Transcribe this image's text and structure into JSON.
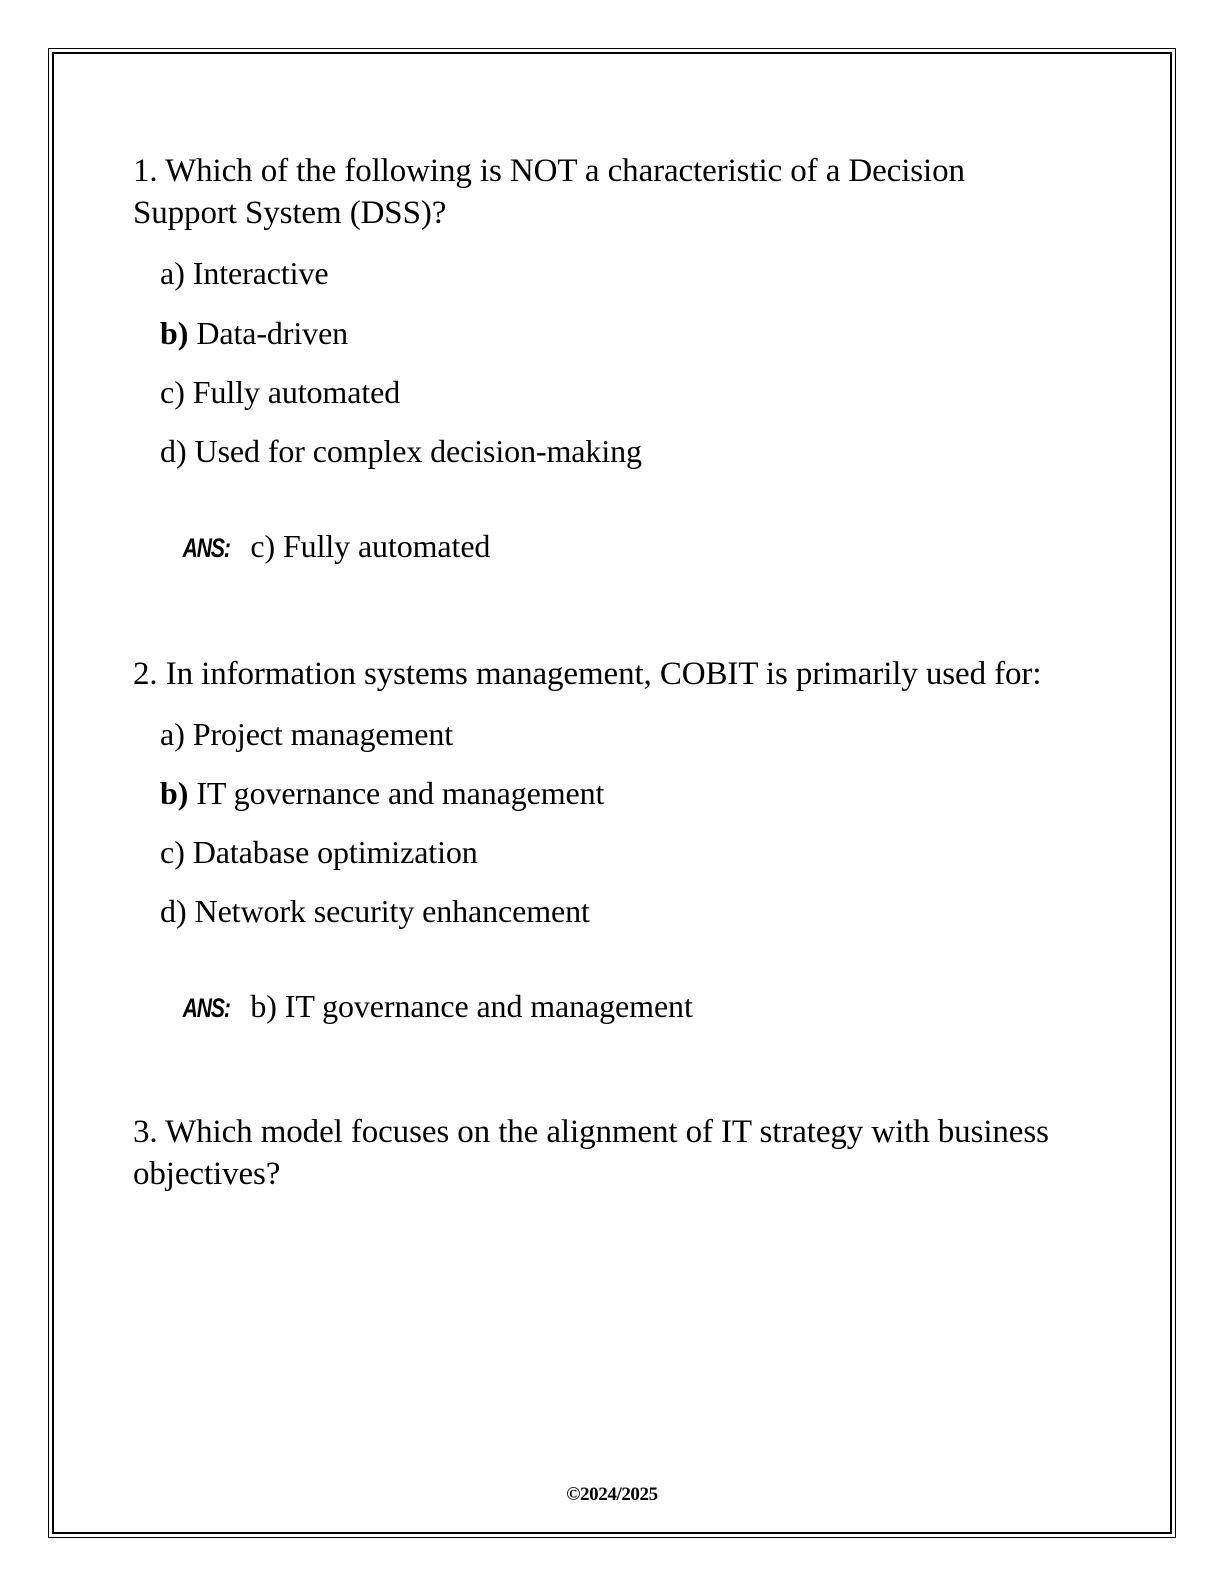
{
  "document": {
    "background_color": "#ffffff",
    "text_color": "#000000",
    "border_color": "#000000"
  },
  "items": [
    {
      "number": "1.",
      "question": "1. Which of the following is NOT a characteristic of a Decision Support System (DSS)?",
      "options": [
        {
          "tag": "a)",
          "text": " Interactive"
        },
        {
          "tag": "b)",
          "text": " Data-driven"
        },
        {
          "tag": "c)",
          "text": " Fully automated"
        },
        {
          "tag": "d)",
          "text": " Used for complex decision-making"
        }
      ],
      "answer_label": "ANS:",
      "answer_text": "c) Fully automated"
    },
    {
      "number": "2.",
      "question": "2. In information systems management, COBIT is primarily used for:",
      "options": [
        {
          "tag": "a)",
          "text": " Project management"
        },
        {
          "tag": "b)",
          "text": " IT governance and management"
        },
        {
          "tag": "c)",
          "text": " Database optimization"
        },
        {
          "tag": "d)",
          "text": " Network security enhancement"
        }
      ],
      "answer_label": "ANS:",
      "answer_text": "b) IT governance and management"
    },
    {
      "number": "3.",
      "question": "3. Which model focuses on the alignment of IT strategy with business objectives?",
      "options": [],
      "answer_label": "",
      "answer_text": ""
    }
  ],
  "footer": {
    "copyright": "©2024/2025"
  }
}
